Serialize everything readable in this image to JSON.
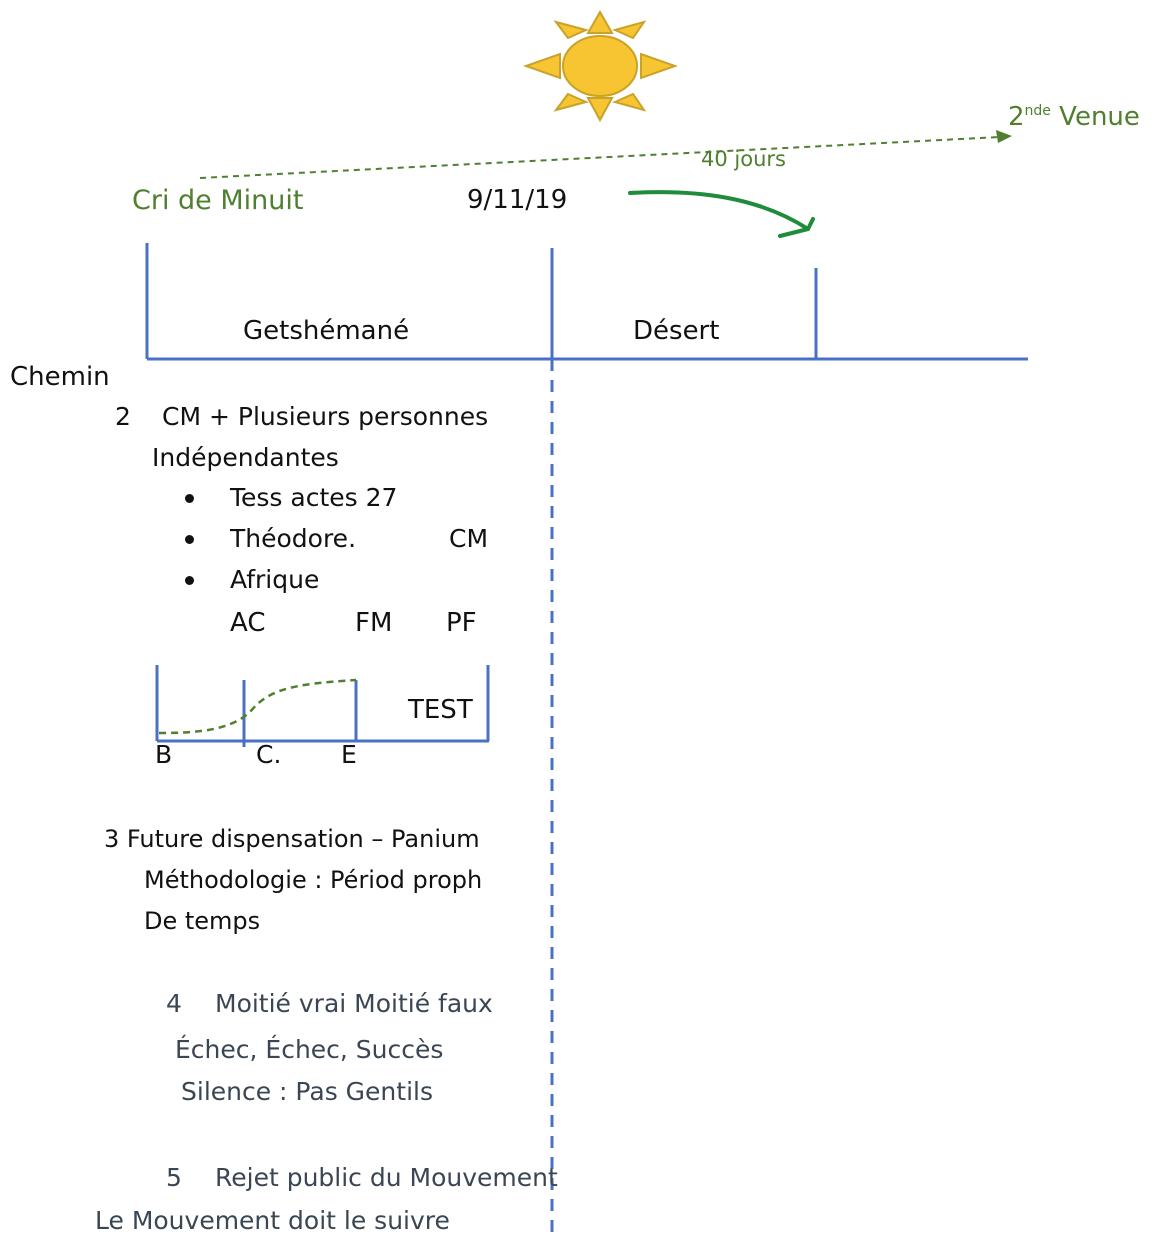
{
  "header": {
    "second_coming": "2",
    "second_coming_sup": "nde",
    "second_coming_suffix": " Venue",
    "forty_days": "40 jours",
    "midnight_cry": "Cri de Minuit",
    "date": "9/11/19"
  },
  "timeline": {
    "gethsemane": "Getshémané",
    "desert": "Désert"
  },
  "notes": {
    "path": "Chemin",
    "item2": {
      "number": "2",
      "line1": "CM + Plusieurs personnes",
      "line2": "Indépendantes",
      "bullets": [
        "Tess actes 27",
        "Théodore.",
        "Afrique"
      ],
      "cm_label": "CM",
      "abbrev": [
        "AC",
        "FM",
        "PF"
      ]
    },
    "mini_diagram": {
      "test": "TEST",
      "labels": [
        "B",
        "C.",
        "E"
      ]
    },
    "item3": {
      "line1": "3 Future dispensation – Panium",
      "line2": "Méthodologie : Périod proph",
      "line3": "De temps"
    },
    "item4": {
      "number": "4",
      "line1": "Moitié vrai Moitié faux",
      "line2": "Échec, Échec, Succès",
      "line3": "Silence : Pas Gentils"
    },
    "item5": {
      "number": "5",
      "line1": "Rejet public du Mouvement",
      "line2": "Le Mouvement doit le suivre"
    }
  },
  "colors": {
    "timeline_blue": "#4a72c4",
    "annotation_green": "#4f7f2f",
    "arrow_green": "#1e8c3a",
    "sun_fill": "#f7c531",
    "sun_stroke": "#c9a227"
  }
}
